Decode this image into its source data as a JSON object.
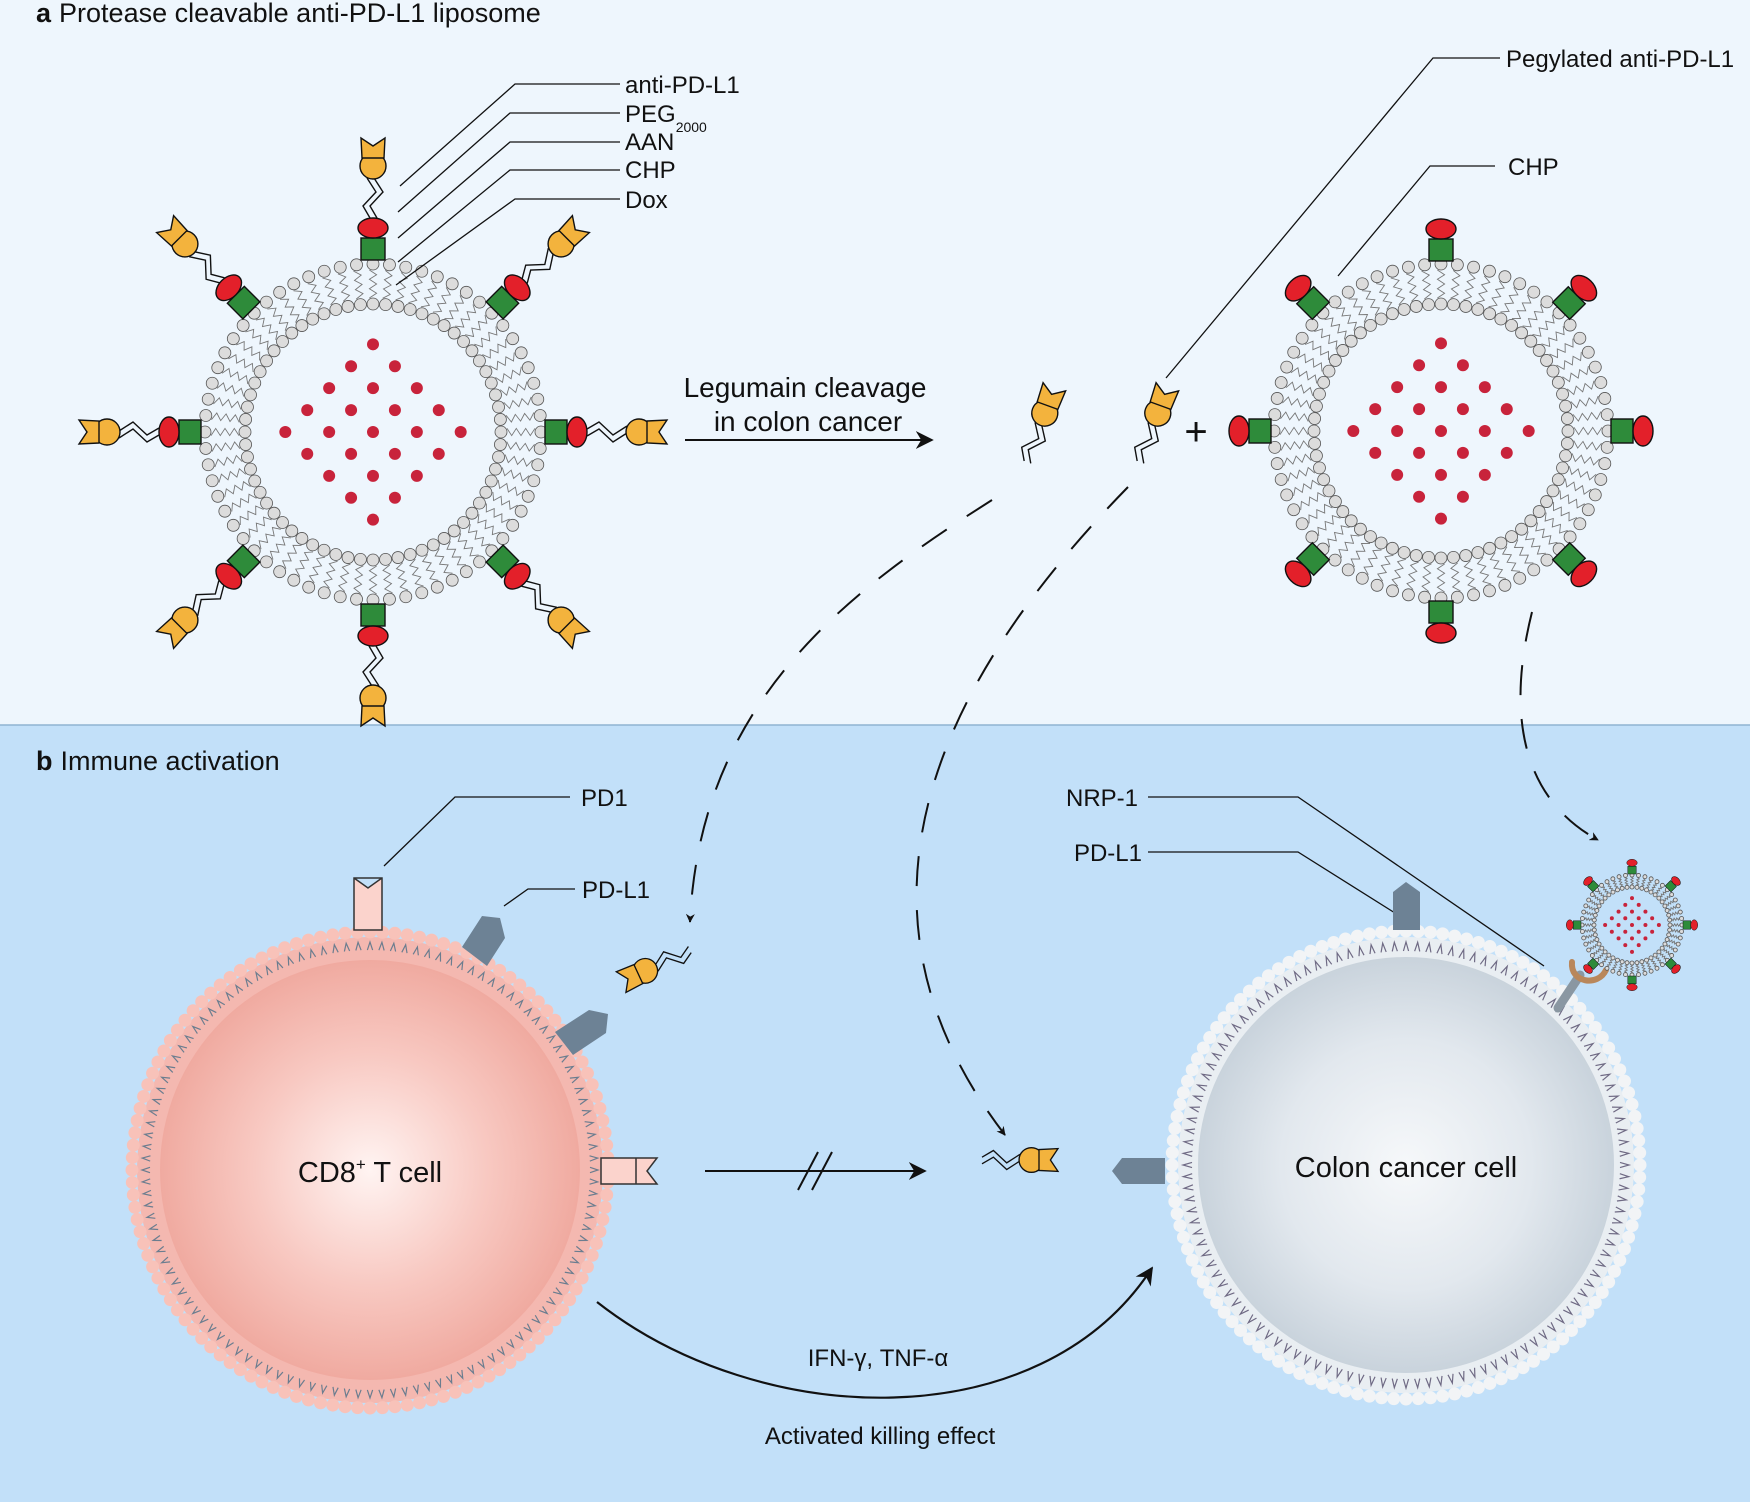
{
  "panel_a": {
    "letter": "a",
    "title": "Protease cleavable anti-PD-L1 liposome",
    "labels": {
      "anti_pdl1": "anti-PD-L1",
      "peg": "PEG",
      "peg_sub": "2000",
      "aan": "AAN",
      "chp": "CHP",
      "dox": "Dox"
    },
    "cleavage_line1": "Legumain cleavage",
    "cleavage_line2": "in colon cancer",
    "plus": "+",
    "pegylated_label": "Pegylated anti-PD-L1",
    "chp_right_label": "CHP"
  },
  "panel_b": {
    "letter": "b",
    "title": "Immune activation",
    "labels": {
      "pd1": "PD1",
      "pdl1_left": "PD-L1",
      "nrp1": "NRP-1",
      "pdl1_right": "PD-L1"
    },
    "tcell_main": "CD8",
    "tcell_sup": "+",
    "tcell_rest": " T cell",
    "cancer_cell": "Colon cancer cell",
    "cytokines": "IFN-γ, TNF-α",
    "effect": "Activated killing effect"
  },
  "colors": {
    "panel_a_bg": "#eef6fd",
    "panel_b_bg": "#c2e0f9",
    "antibody": "#f3b33d",
    "cleavable_linker": "#e3202a",
    "chp": "#2e8b3a",
    "dox": "#c8233b",
    "pd1": "#fbd3cc",
    "pdl1": "#6d8295",
    "tcell": "#f4b8b0",
    "cancer_cell": "#dbe3ea"
  }
}
